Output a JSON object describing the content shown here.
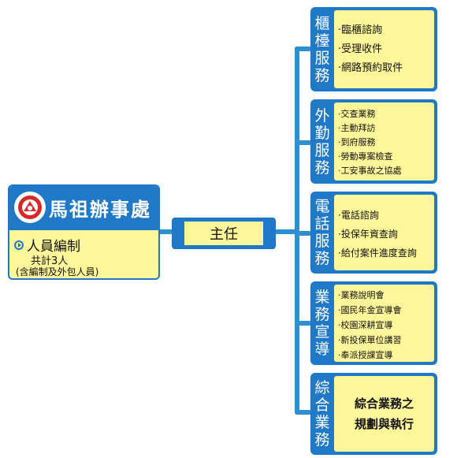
{
  "office": {
    "title": "馬祖辦事處",
    "staff_label": "人員編制",
    "staff_count": "共計3人",
    "staff_note": "(含編制及外包人員)"
  },
  "director": {
    "label": "主任"
  },
  "units": [
    {
      "title": [
        "櫃",
        "檯",
        "服",
        "務"
      ],
      "items": [
        "·臨櫃諮詢",
        "·受理收件",
        "·網路預約取件"
      ]
    },
    {
      "title": [
        "外",
        "勤",
        "服",
        "務"
      ],
      "items": [
        "·交查業務",
        "·主動拜訪",
        "·到府服務",
        "·勞動專案檢查",
        "·工安事故之協處"
      ]
    },
    {
      "title": [
        "電",
        "話",
        "服",
        "務"
      ],
      "items": [
        "·電話諮詢",
        "·投保年資查詢",
        "·給付案件進度查詢"
      ]
    },
    {
      "title": [
        "業",
        "務",
        "宣",
        "導"
      ],
      "items": [
        "·業務說明會",
        "·國民年金宣導會",
        "·校園深耕宣導",
        "·新投保單位講習",
        "·奉派授課宣導"
      ]
    },
    {
      "title": [
        "綜",
        "合",
        "業",
        "務"
      ],
      "summary": [
        "綜合業務之",
        "規劃與執行"
      ]
    }
  ]
}
